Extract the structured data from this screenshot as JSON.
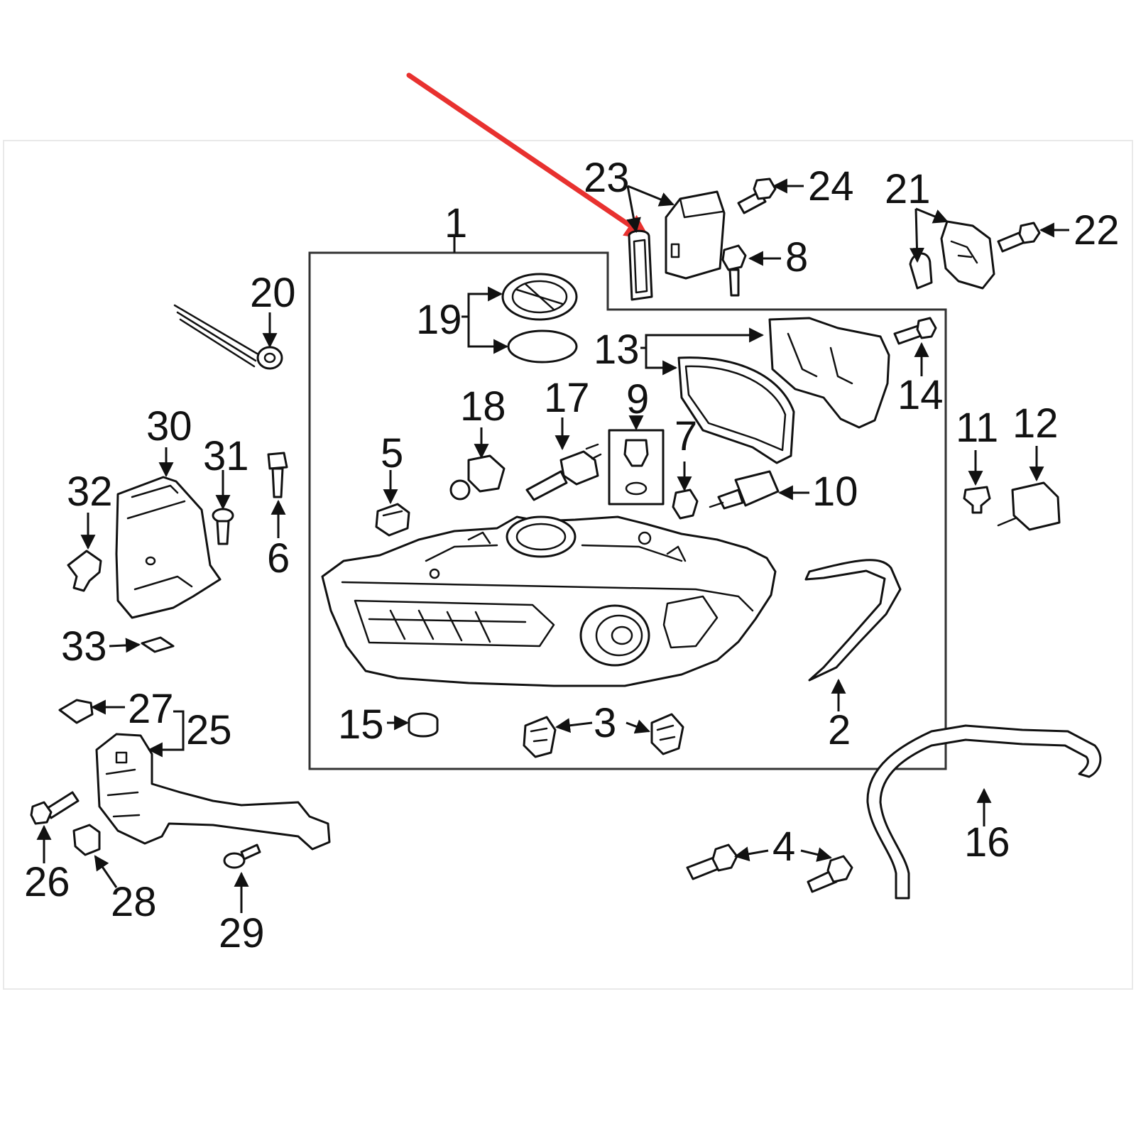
{
  "diagram": {
    "callouts": [
      {
        "id": "1",
        "label": "1"
      },
      {
        "id": "2",
        "label": "2"
      },
      {
        "id": "3",
        "label": "3"
      },
      {
        "id": "4",
        "label": "4"
      },
      {
        "id": "5",
        "label": "5"
      },
      {
        "id": "6",
        "label": "6"
      },
      {
        "id": "7",
        "label": "7"
      },
      {
        "id": "8",
        "label": "8"
      },
      {
        "id": "9",
        "label": "9"
      },
      {
        "id": "10",
        "label": "10"
      },
      {
        "id": "11",
        "label": "11"
      },
      {
        "id": "12",
        "label": "12"
      },
      {
        "id": "13",
        "label": "13"
      },
      {
        "id": "14",
        "label": "14"
      },
      {
        "id": "15",
        "label": "15"
      },
      {
        "id": "16",
        "label": "16"
      },
      {
        "id": "17",
        "label": "17"
      },
      {
        "id": "18",
        "label": "18"
      },
      {
        "id": "19",
        "label": "19"
      },
      {
        "id": "20",
        "label": "20"
      },
      {
        "id": "21",
        "label": "21"
      },
      {
        "id": "22",
        "label": "22"
      },
      {
        "id": "23",
        "label": "23"
      },
      {
        "id": "24",
        "label": "24"
      },
      {
        "id": "25",
        "label": "25"
      },
      {
        "id": "26",
        "label": "26"
      },
      {
        "id": "27",
        "label": "27"
      },
      {
        "id": "28",
        "label": "28"
      },
      {
        "id": "29",
        "label": "29"
      },
      {
        "id": "30",
        "label": "30"
      },
      {
        "id": "31",
        "label": "31"
      },
      {
        "id": "32",
        "label": "32"
      },
      {
        "id": "33",
        "label": "33"
      }
    ],
    "highlight_color": "#e8312f",
    "line_color": "#111111",
    "frame_color": "#333333"
  }
}
